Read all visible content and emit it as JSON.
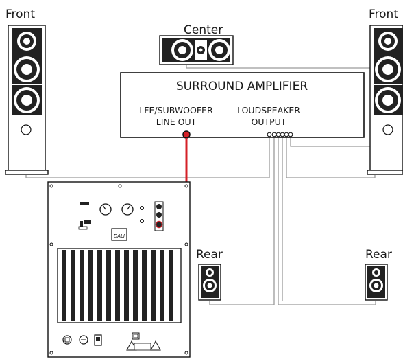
{
  "labels": {
    "front_left": "Front",
    "front_right": "Front",
    "center": "Center",
    "rear_left": "Rear",
    "rear_right": "Rear"
  },
  "amplifier": {
    "title": "SURROUND AMPLIFIER",
    "lfe_line1": "LFE/SUBWOOFER",
    "lfe_line2": "LINE OUT",
    "spk_line1": "LOUDSPEAKER",
    "spk_line2": "OUTPUT"
  },
  "subwoofer": {
    "logo": "DALI"
  },
  "colors": {
    "lfe_cable": "#d42027",
    "speaker_cable": "#9a9a9a"
  }
}
